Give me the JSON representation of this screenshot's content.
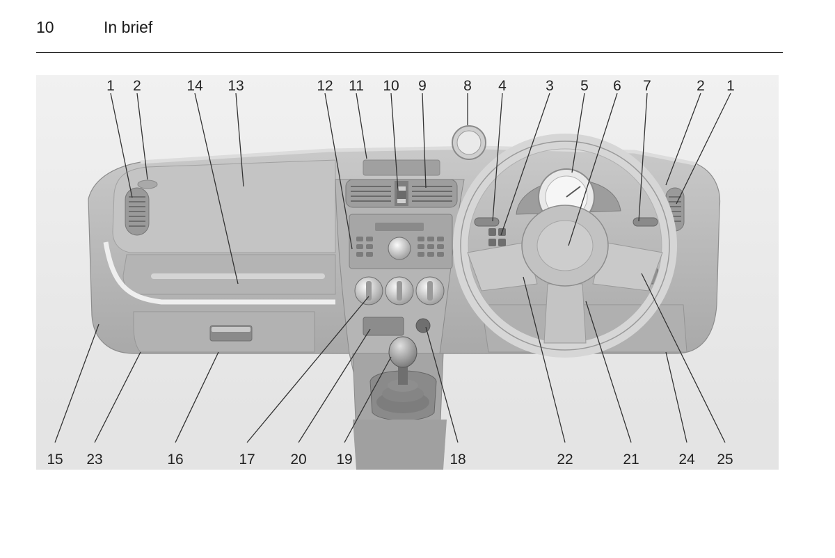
{
  "header": {
    "page_number": "10",
    "section_title": "In brief"
  },
  "figure": {
    "subject": "instrument-panel-illustration",
    "callouts_top": [
      "1",
      "2",
      "14",
      "13",
      "12",
      "11",
      "10",
      "9",
      "8",
      "4",
      "3",
      "5",
      "6",
      "7",
      "2",
      "1"
    ],
    "callouts_bottom": [
      "15",
      "23",
      "16",
      "17",
      "20",
      "19",
      "18",
      "22",
      "21",
      "24",
      "25"
    ]
  }
}
